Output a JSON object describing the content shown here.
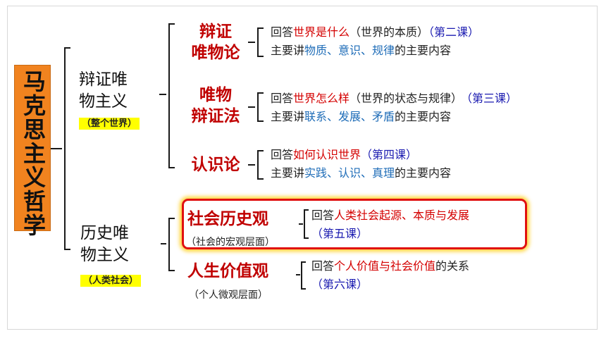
{
  "root": {
    "label": "马克思主义哲学"
  },
  "branches": [
    {
      "title_line1": "辩证唯",
      "title_line2": "物主义",
      "tag": "（整个世界）",
      "children": [
        {
          "name_line1": "辩证",
          "name_line2": "唯物论",
          "answer_prefix": "回答",
          "answer_topic": "世界是什么",
          "answer_note": "（世界的本质）",
          "lesson": "（第二课）",
          "content_prefix": "主要讲",
          "content_items": "物质、意识、规律",
          "content_suffix": "的主要内容"
        },
        {
          "name_line1": "唯物",
          "name_line2": "辩证法",
          "answer_prefix": "回答",
          "answer_topic": "世界怎么样",
          "answer_note": "（世界的状态与规律）",
          "lesson": "（第三课）",
          "content_prefix": "主要讲",
          "content_items": "联系、发展、矛盾",
          "content_suffix": "的主要内容"
        },
        {
          "name_line1": "认识论",
          "answer_prefix": "回答",
          "answer_topic": "如何认识世界",
          "lesson": "（第四课）",
          "content_prefix": "主要讲",
          "content_items": "实践、认识、真理",
          "content_suffix": "的主要内容"
        }
      ]
    },
    {
      "title_line1": "历史唯",
      "title_line2": "物主义",
      "tag": "（人类社会）",
      "children": [
        {
          "name_line1": "社会历史观",
          "sub": "（社会的宏观层面）",
          "answer_prefix": "回答",
          "answer_topic": "人类社会起源、本质与发展",
          "lesson": "（第五课）"
        },
        {
          "name_line1": "人生价值观",
          "sub": "（个人微观层面）",
          "answer_prefix": "回答",
          "answer_topic": "个人价值与社会价值",
          "answer_suffix": "的关系",
          "lesson": "（第六课）"
        }
      ]
    }
  ],
  "colors": {
    "root_fill": "#f1831f",
    "accent_red": "#d40000",
    "term_blue": "#1f6db8",
    "lesson_navy": "#1a1ab0",
    "tag_yellow": "#ffff00"
  }
}
